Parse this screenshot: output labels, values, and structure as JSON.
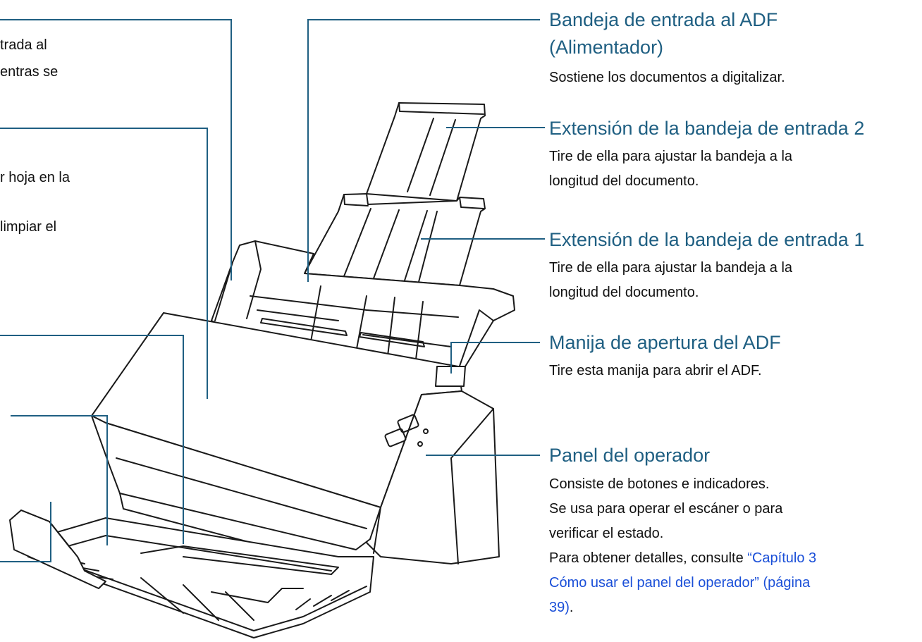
{
  "clipped_left_texts": [
    "trada al",
    "entras se",
    "r hoja en la",
    "limpiar el"
  ],
  "callouts": {
    "adf_input_tray": {
      "title_line1": "Bandeja de entrada al ADF",
      "title_line2": "(Alimentador)",
      "desc": "Sostiene los documentos a digitalizar."
    },
    "chute_extension_2": {
      "title": "Extensión de la bandeja de entrada 2",
      "desc_line1": "Tire de ella para ajustar la bandeja a la",
      "desc_line2": "longitud del documento."
    },
    "chute_extension_1": {
      "title": "Extensión de la bandeja de entrada 1",
      "desc_line1": "Tire de ella para ajustar la bandeja a la",
      "desc_line2": "longitud del documento."
    },
    "adf_release_handle": {
      "title": "Manija de apertura del ADF",
      "desc": "Tire esta manija para abrir el ADF."
    },
    "operator_panel": {
      "title": "Panel del operador",
      "desc_line1": "Consiste de botones e indicadores.",
      "desc_line2": "Se usa para operar el escáner o para",
      "desc_line3": "verificar el estado.",
      "desc_line4_prefix": "Para obtener detalles, consulte ",
      "link_line1": "“Capítulo 3",
      "link_line2": "Cómo usar el panel del operador” (página",
      "link_line3": "39)",
      "suffix": "."
    }
  },
  "colors": {
    "leader_line": "#1f5f82",
    "title_text": "#1f5f82",
    "link_text": "#1a4fd8",
    "scanner_outline": "#1a1a1a",
    "scanner_fill": "#ffffff"
  }
}
